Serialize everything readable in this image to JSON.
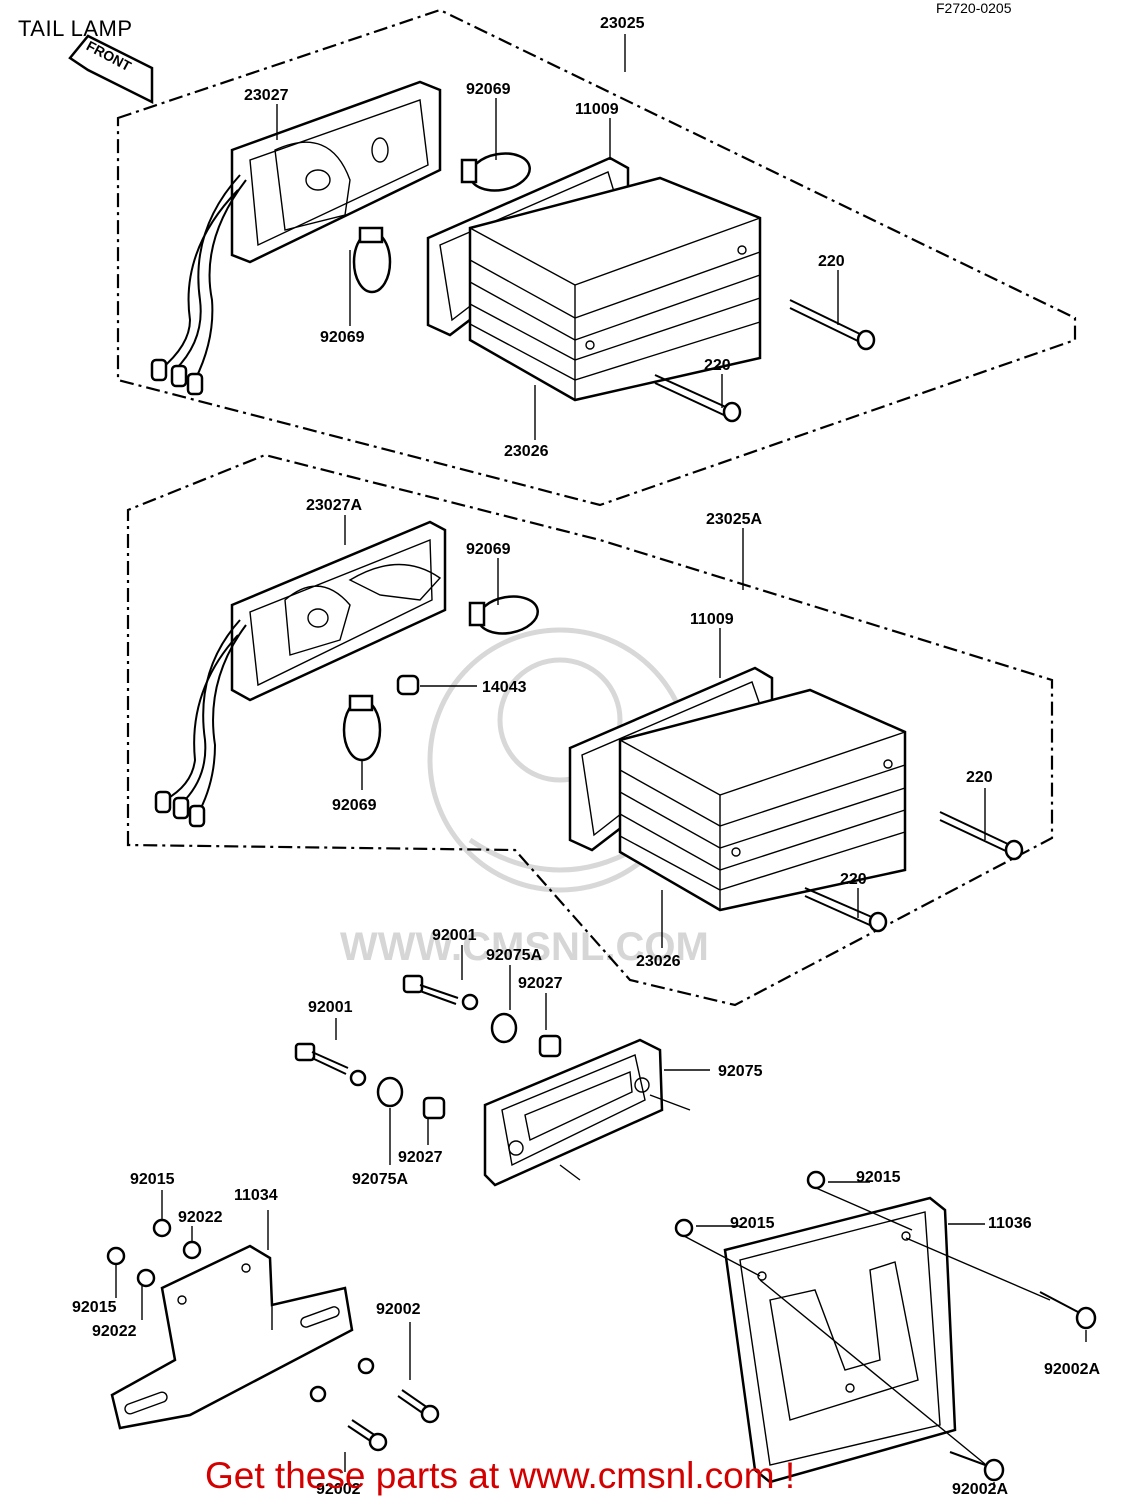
{
  "header": {
    "title": "TAIL LAMP",
    "diagram_code": "F2720-0205"
  },
  "front_arrow": "FRONT",
  "watermark": "WWW.CMSNL.COM",
  "labels": [
    {
      "id": "23025",
      "text": "23025"
    },
    {
      "id": "23027",
      "text": "23027"
    },
    {
      "id": "92069-a",
      "text": "92069"
    },
    {
      "id": "11009-a",
      "text": "11009"
    },
    {
      "id": "92069-b",
      "text": "92069"
    },
    {
      "id": "220-a",
      "text": "220"
    },
    {
      "id": "220-b",
      "text": "220"
    },
    {
      "id": "23026-a",
      "text": "23026"
    },
    {
      "id": "23027A",
      "text": "23027A"
    },
    {
      "id": "23025A",
      "text": "23025A"
    },
    {
      "id": "92069-c",
      "text": "92069"
    },
    {
      "id": "11009-b",
      "text": "11009"
    },
    {
      "id": "14043",
      "text": "14043"
    },
    {
      "id": "92069-d",
      "text": "92069"
    },
    {
      "id": "220-c",
      "text": "220"
    },
    {
      "id": "220-d",
      "text": "220"
    },
    {
      "id": "23026-b",
      "text": "23026"
    },
    {
      "id": "92001-a",
      "text": "92001"
    },
    {
      "id": "92075A-a",
      "text": "92075A"
    },
    {
      "id": "92027-a",
      "text": "92027"
    },
    {
      "id": "92001-b",
      "text": "92001"
    },
    {
      "id": "92075",
      "text": "92075"
    },
    {
      "id": "92027-b",
      "text": "92027"
    },
    {
      "id": "92075A-b",
      "text": "92075A"
    },
    {
      "id": "92015-a",
      "text": "92015"
    },
    {
      "id": "11034",
      "text": "11034"
    },
    {
      "id": "92022-a",
      "text": "92022"
    },
    {
      "id": "92015-b",
      "text": "92015"
    },
    {
      "id": "92022-b",
      "text": "92022"
    },
    {
      "id": "92002-a",
      "text": "92002"
    },
    {
      "id": "92002-b",
      "text": "92002"
    },
    {
      "id": "92015-c",
      "text": "92015"
    },
    {
      "id": "92015-d",
      "text": "92015"
    },
    {
      "id": "11036",
      "text": "11036"
    },
    {
      "id": "92002A-a",
      "text": "92002A"
    },
    {
      "id": "92002A-b",
      "text": "92002A"
    }
  ],
  "footer": {
    "text": "Get these parts at www.cmsnl.com !",
    "color": "#d40000"
  }
}
